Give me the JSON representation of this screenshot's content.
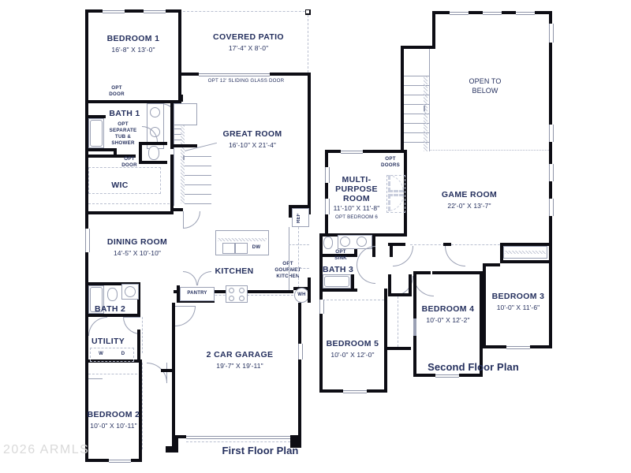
{
  "document": {
    "type": "residential-floor-plan",
    "watermark": "2026 ARMLS",
    "background_color": "#ffffff",
    "text_color": "#25305e",
    "wall_color": "#0d0d14"
  },
  "plans": [
    {
      "id": "first-floor",
      "title": "First Floor Plan",
      "rooms": [
        {
          "key": "bedroom1",
          "name": "BEDROOM 1",
          "dim": "16'-8\" X 13'-0\""
        },
        {
          "key": "covered_patio",
          "name": "COVERED PATIO",
          "dim": "17'-4\" X 8'-0\""
        },
        {
          "key": "great_room",
          "name": "GREAT ROOM",
          "dim": "16'-10\" X 21'-4\""
        },
        {
          "key": "bath1",
          "name": "BATH 1",
          "dim": ""
        },
        {
          "key": "wic",
          "name": "WIC",
          "dim": ""
        },
        {
          "key": "dining_room",
          "name": "DINING ROOM",
          "dim": "14'-5\" X 10'-10\""
        },
        {
          "key": "kitchen",
          "name": "KITCHEN",
          "dim": ""
        },
        {
          "key": "bath2",
          "name": "BATH 2",
          "dim": ""
        },
        {
          "key": "utility",
          "name": "UTILITY",
          "dim": ""
        },
        {
          "key": "bedroom2",
          "name": "BEDROOM 2",
          "dim": "10'-0\" X 10'-11\""
        },
        {
          "key": "garage",
          "name": "2 CAR GARAGE",
          "dim": "19'-7\" X 19'-11\""
        }
      ],
      "annotations": [
        {
          "key": "opt_door_bed1",
          "text": "OPT\nDOOR"
        },
        {
          "key": "opt_tub_shower",
          "text": "OPT\nSEPARATE\nTUB &\nSHOWER"
        },
        {
          "key": "opt_door_wic",
          "text": "OPT\nDOOR"
        },
        {
          "key": "opt_sliding",
          "text": "OPT 12' SLIDING GLASS DOOR"
        },
        {
          "key": "opt_gourmet",
          "text": "OPT\nGOURMET\nKITCHEN"
        }
      ],
      "fixtures": [
        {
          "key": "pantry",
          "label": "PANTRY"
        },
        {
          "key": "dw",
          "label": "DW"
        },
        {
          "key": "ref",
          "label": "REF"
        },
        {
          "key": "wh",
          "label": "WH"
        },
        {
          "key": "washer",
          "label": "W"
        },
        {
          "key": "dryer",
          "label": "D"
        }
      ]
    },
    {
      "id": "second-floor",
      "title": "Second Floor Plan",
      "rooms": [
        {
          "key": "open_to_below",
          "name": "OPEN TO\nBELOW",
          "dim": ""
        },
        {
          "key": "game_room",
          "name": "GAME ROOM",
          "dim": "22'-0\" X 13'-7\""
        },
        {
          "key": "multi_purpose",
          "name": "MULTI-\nPURPOSE\nROOM",
          "dim": "11'-10\" X 11'-8\""
        },
        {
          "key": "bath3",
          "name": "BATH 3",
          "dim": ""
        },
        {
          "key": "bedroom3",
          "name": "BEDROOM 3",
          "dim": "10'-0\" X 11'-6\""
        },
        {
          "key": "bedroom4",
          "name": "BEDROOM 4",
          "dim": "10'-0\" X 12'-2\""
        },
        {
          "key": "bedroom5",
          "name": "BEDROOM 5",
          "dim": "10'-0\" X 12'-0\""
        }
      ],
      "annotations": [
        {
          "key": "opt_doors",
          "text": "OPT\nDOORS"
        },
        {
          "key": "opt_bedroom6",
          "text": "OPT BEDROOM 6"
        },
        {
          "key": "opt_sink",
          "text": "OPT\nSINK"
        }
      ]
    }
  ],
  "first": {
    "bedroom1_name": "BEDROOM 1",
    "bedroom1_dim": "16'-8\" X 13'-0\"",
    "patio_name": "COVERED PATIO",
    "patio_dim": "17'-4\" X 8'-0\"",
    "great_name": "GREAT ROOM",
    "great_dim": "16'-10\" X 21'-4\"",
    "bath1_name": "BATH 1",
    "wic_name": "WIC",
    "dining_name": "DINING ROOM",
    "dining_dim": "14'-5\" X 10'-10\"",
    "kitchen_name": "KITCHEN",
    "bath2_name": "BATH 2",
    "utility_name": "UTILITY",
    "bedroom2_name": "BEDROOM 2",
    "bedroom2_dim": "10'-0\" X 10'-11\"",
    "garage_name": "2 CAR GARAGE",
    "garage_dim": "19'-7\" X 19'-11\"",
    "opt_door_1a": "OPT",
    "opt_door_1b": "DOOR",
    "opt_tub_1": "OPT",
    "opt_tub_2": "SEPARATE",
    "opt_tub_3": "TUB &",
    "opt_tub_4": "SHOWER",
    "opt_door_2a": "OPT",
    "opt_door_2b": "DOOR",
    "sliding_door": "OPT 12' SLIDING GLASS DOOR",
    "gourmet_1": "OPT",
    "gourmet_2": "GOURMET",
    "gourmet_3": "KITCHEN",
    "pantry": "PANTRY",
    "dw": "DW",
    "ref": "REF",
    "wh": "WH",
    "w": "W",
    "d": "D",
    "title": "First Floor Plan"
  },
  "second": {
    "open_1": "OPEN TO",
    "open_2": "BELOW",
    "game_name": "GAME ROOM",
    "game_dim": "22'-0\" X 13'-7\"",
    "mp_1": "MULTI-",
    "mp_2": "PURPOSE",
    "mp_3": "ROOM",
    "mp_dim": "11'-10\" X 11'-8\"",
    "opt_bed6": "OPT BEDROOM 6",
    "opt_doors_a": "OPT",
    "opt_doors_b": "DOORS",
    "opt_sink_a": "OPT",
    "opt_sink_b": "SINK",
    "bath3_name": "BATH 3",
    "bed3_name": "BEDROOM 3",
    "bed3_dim": "10'-0\" X 11'-6\"",
    "bed4_name": "BEDROOM 4",
    "bed4_dim": "10'-0\" X 12'-2\"",
    "bed5_name": "BEDROOM 5",
    "bed5_dim": "10'-0\" X 12'-0\"",
    "title": "Second Floor Plan"
  },
  "watermark": {
    "text": "2026 ARMLS"
  }
}
